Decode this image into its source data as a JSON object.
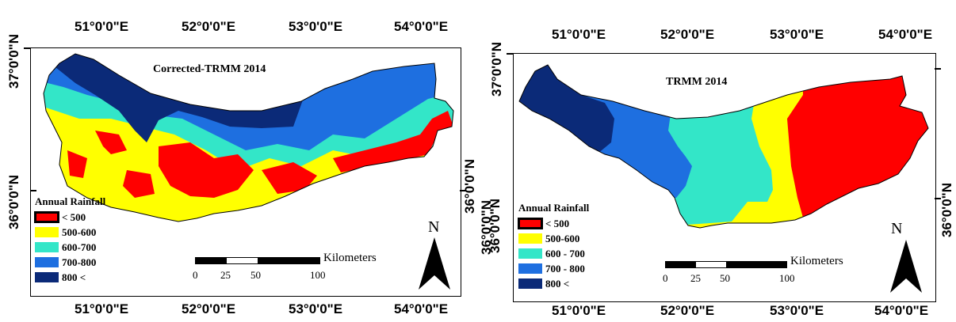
{
  "colors": {
    "lt500": "#ff0000",
    "r500_600": "#ffff00",
    "r600_700": "#33e6c8",
    "r700_800": "#1e6fe0",
    "gt800": "#0b2a78",
    "outline": "#000000"
  },
  "left_panel": {
    "title": "Corrected-TRMM 2014",
    "top_longitudes": [
      "51°0'0\"E",
      "52°0'0\"E",
      "53°0'0\"E",
      "54°0'0\"E"
    ],
    "bottom_longitudes": [
      "51°0'0\"E",
      "52°0'0\"E",
      "53°0'0\"E",
      "54°0'0\"E"
    ],
    "left_latitudes": [
      "37°0'0\"N",
      "36°0'0\"N"
    ],
    "right_latitudes": [
      "36°0'0\"N",
      "36°0'0\"N"
    ],
    "legend": {
      "title": "Annual Rainfall",
      "items": [
        "< 500",
        "500-600",
        "600-700",
        "700-800",
        "800 <"
      ]
    },
    "scale": {
      "labels": [
        "0",
        "25",
        "50",
        "100"
      ],
      "units": "Kilometers"
    },
    "north": "N"
  },
  "right_panel": {
    "title": "TRMM 2014",
    "top_longitudes": [
      "51°0'0\"E",
      "52°0'0\"E",
      "53°0'0\"E",
      "54°0'0\"E"
    ],
    "bottom_longitudes": [
      "51°0'0\"E",
      "52°0'0\"E",
      "53°0'0\"E",
      "54°0'0\"E"
    ],
    "left_latitudes": [
      "37°0'0\"N",
      "36°0'0\"N"
    ],
    "right_latitudes": [
      "36°0'0\"N"
    ],
    "legend": {
      "title": "Annual Rainfall",
      "items": [
        "< 500",
        "500-600",
        "600 - 700",
        "700 - 800",
        "800 <"
      ]
    },
    "scale": {
      "labels": [
        "0",
        "25",
        "50",
        "100"
      ],
      "units": "Kilometers"
    },
    "north": "N"
  }
}
